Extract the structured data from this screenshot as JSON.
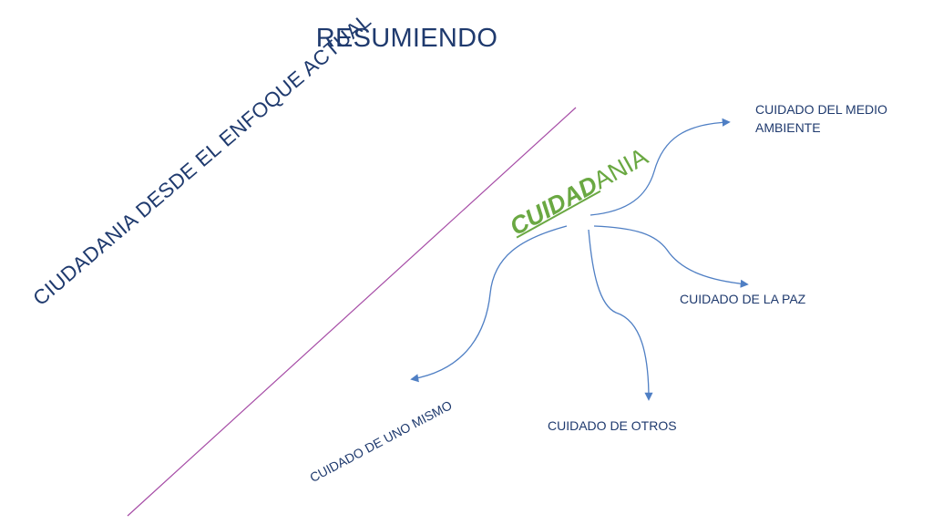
{
  "title": "RESUMIENDO",
  "diagonal_label": "CIUDADANIA DESDE EL ENFOQUE ACTUAL",
  "central": {
    "emphasis": "CUIDAD",
    "rest": "ANIA"
  },
  "branches": {
    "medio_ambiente": "CUIDADO DEL MEDIO AMBIENTE",
    "paz": "CUIDADO DE LA PAZ",
    "otros": "CUIDADO DE OTROS",
    "uno_mismo": "CUIDADO DE UNO MISMO"
  },
  "colors": {
    "title": "#1f3a6e",
    "central": "#6aa842",
    "arrow": "#4f7fc4",
    "divider": "#a64ca6"
  }
}
